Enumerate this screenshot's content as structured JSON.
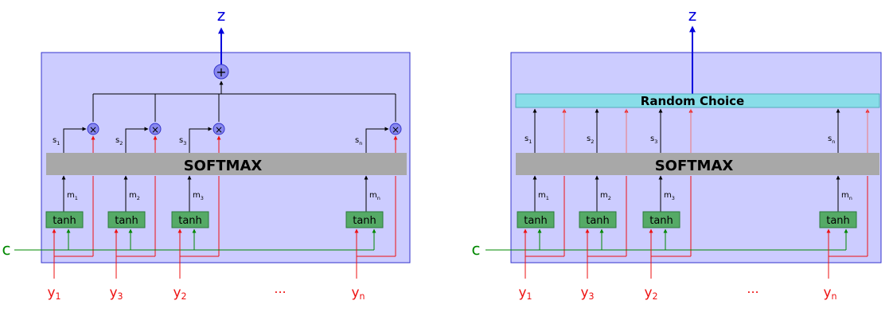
{
  "left": {
    "output_label": "z",
    "plus_symbol": "+",
    "times_symbol": "×",
    "softmax_label": "SOFTMAX",
    "tanh_label": "tanh",
    "context_label": "c",
    "ellipsis": "...",
    "s_labels": [
      "s1",
      "s2",
      "s3",
      "sn"
    ],
    "m_labels": [
      "m1",
      "m2",
      "m3",
      "mn"
    ],
    "y_labels": [
      "y1",
      "y3",
      "y2",
      "yn"
    ]
  },
  "right": {
    "output_label": "z",
    "random_choice_label": "Random Choice",
    "softmax_label": "SOFTMAX",
    "tanh_label": "tanh",
    "context_label": "c",
    "ellipsis": "...",
    "s_labels": [
      "s1",
      "s2",
      "s3",
      "sn"
    ],
    "m_labels": [
      "m1",
      "m2",
      "m3",
      "mn"
    ],
    "y_labels": [
      "y1",
      "y3",
      "y2",
      "yn"
    ]
  },
  "colors": {
    "panel_fill": "#ccccff",
    "panel_stroke": "#3333cc",
    "softmax_fill": "#a8a8a8",
    "tanh_fill": "#55aa66",
    "random_choice_fill": "#88dde8",
    "mult_node_fill": "#8888ee",
    "output_arrow": "#0000dd",
    "context": "#008800",
    "inputs": "#ee1111",
    "internal": "#000000"
  }
}
